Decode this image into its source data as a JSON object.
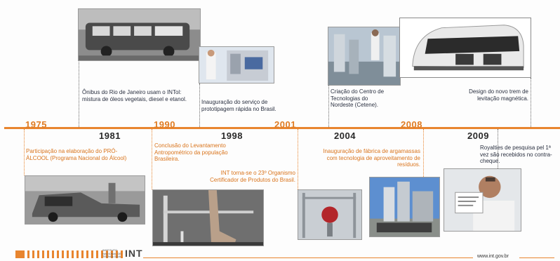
{
  "years": {
    "y1975": "1975",
    "y1981": "1981",
    "y1990": "1990",
    "y1998": "1998",
    "y2001": "2001",
    "y2004": "2004",
    "y2008": "2008",
    "y2009": "2009"
  },
  "captions": {
    "c1981": "Ônibus do Rio de Janeiro usam o INTol: mistura de óleos vegetais, diesel e etanol.",
    "c1998": "Inauguração do serviço de prototipagem rápida no Brasil.",
    "c2004": "Criação do Centro de Tecnologias do Nordeste (Cetene).",
    "c2008top": "Design do novo trem de levitação magnética.",
    "c1975": "Participação na elaboração do PRÓ-ÁLCOOL (Programa Nacional do Álcool)",
    "c1990": "Conclusão do Levantamento Antropométrico da população Brasileira.",
    "c2001": "INT torna-se o 23º Organismo Certificador de Produtos do Brasil.",
    "c2008bottom": "Inauguração de fábrica de argamassas com tecnologia de aproveitamento de resíduos.",
    "c2009": "Royalties de pesquisa pel 1ª vez são recebidos no contra-cheque."
  },
  "footer": {
    "logo_small": "INSTITUTO NACIONAL DE TECNOLOGIA",
    "logo": "INT",
    "url": "www.int.gov.br"
  },
  "colors": {
    "accent": "#e8852f",
    "text_dark": "#2a3040",
    "text_orange": "#d9741c"
  }
}
